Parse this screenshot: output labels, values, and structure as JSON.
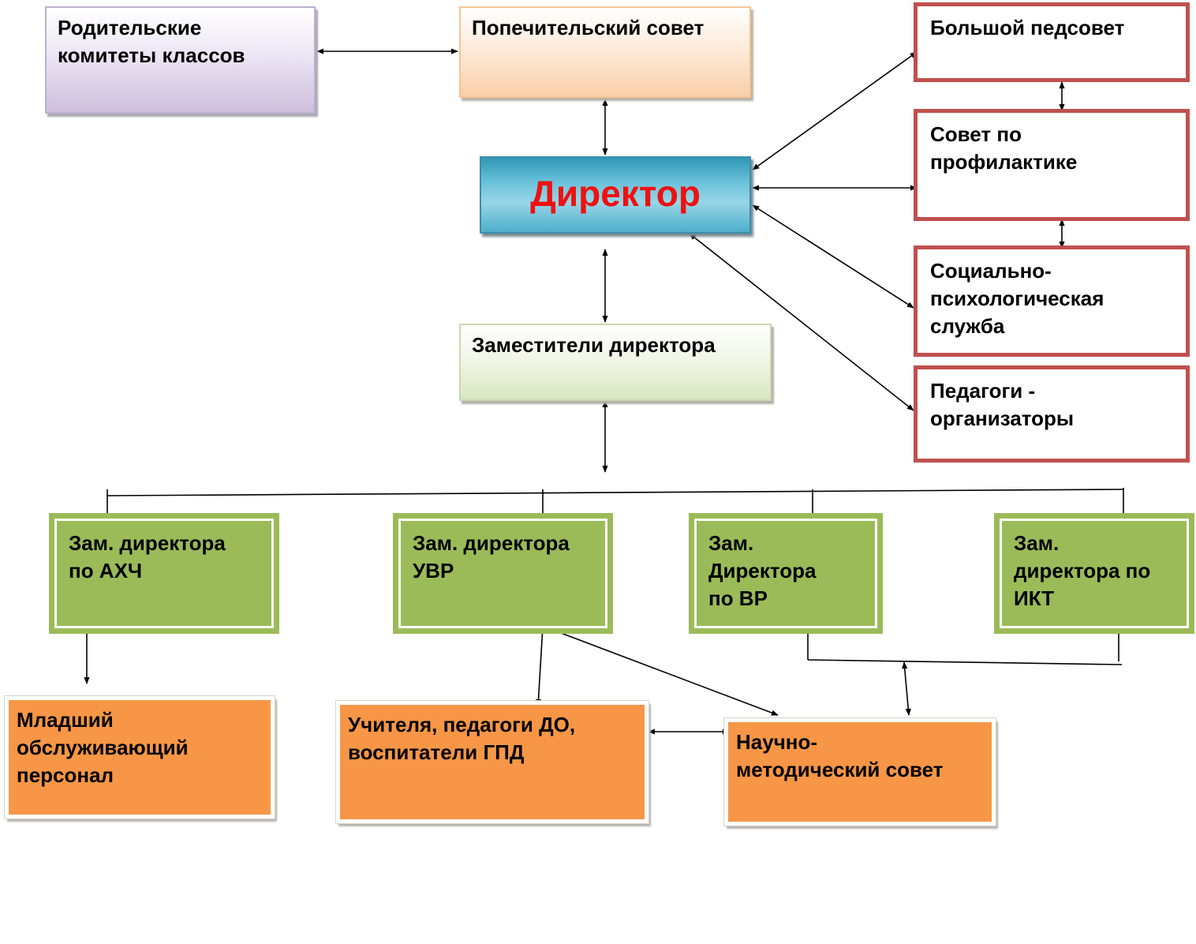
{
  "nodes": {
    "parent_committees": "Родительские\nкомитеты классов",
    "board_of_trustees": "Попечительский совет",
    "director": "Директор",
    "big_pedsovet": "Большой педсовет",
    "prevention_council": "Совет по\nпрофилактике",
    "social_psych_service": "Социально-\nпсихологическая\nслужба",
    "teacher_organizers": "Педагоги -\nорганизаторы",
    "deputy_directors": "Заместители директора",
    "deputy_ahch": "Зам. директора\nпо АХЧ",
    "deputy_uvr": "Зам. директора\nУВР",
    "deputy_vr": "Зам.\nДиректора\nпо ВР",
    "deputy_ikt": "Зам.\nдиректора по\nИКТ",
    "junior_staff": "Младший\nобслуживающий\nперсонал",
    "teachers": "Учителя, педагоги ДО,\nвоспитатели ГПД",
    "methodical_council": "Научно-\nметодический совет"
  },
  "colors": {
    "director_text": "#ee1111",
    "red_border": "#c0504d",
    "green_fill": "#9bbb59",
    "orange_fill": "#f79646",
    "line": "#000000"
  }
}
